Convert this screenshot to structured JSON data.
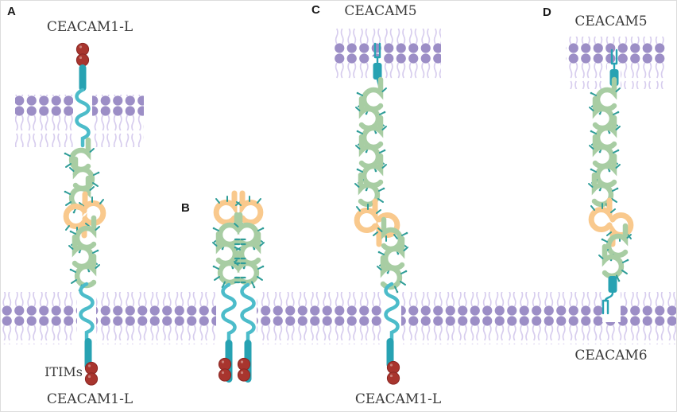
{
  "panels": {
    "a": {
      "letter": "A",
      "top_label": "CEACAM1-L",
      "bottom_label": "CEACAM1-L",
      "itims_label": "ITIMs"
    },
    "b": {
      "letter": "B"
    },
    "c": {
      "letter": "C",
      "top_label": "CEACAM5",
      "bottom_label": "CEACAM1-L"
    },
    "d": {
      "letter": "D",
      "top_label": "CEACAM5",
      "bottom_label": "CEACAM6"
    }
  },
  "colors": {
    "head": "#9c8ec6",
    "tail": "#d7cdee",
    "green": "#a8cda3",
    "glyco": "#2f9d98",
    "tm": "#4cbcca",
    "tmdark": "#27a2b2",
    "orange": "#f9c98d",
    "red": "#a8352e",
    "reddark": "#8a2723",
    "label": "#3a3a3a",
    "letter": "#1a1a1a",
    "bg": "#ffffff"
  }
}
